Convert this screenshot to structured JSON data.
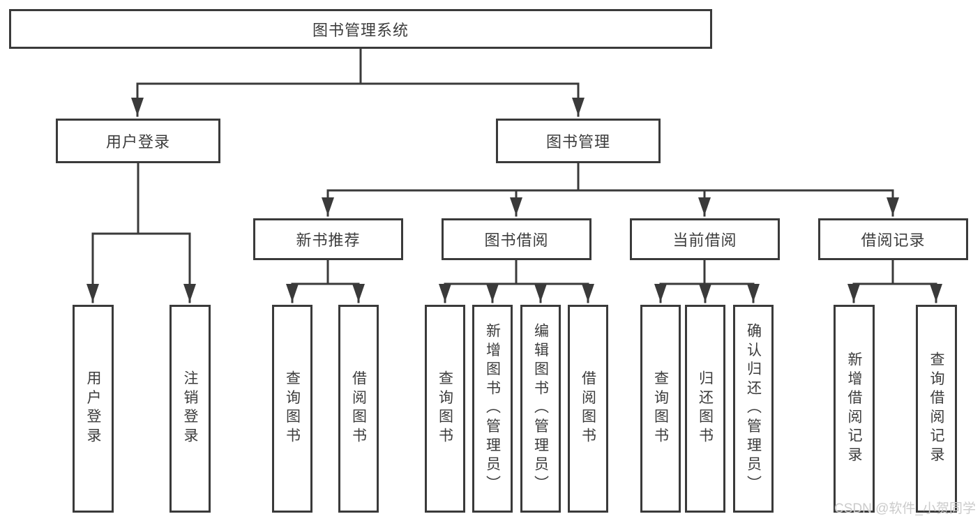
{
  "diagram": {
    "root": {
      "label": "图书管理系统"
    },
    "children": [
      {
        "label": "用户登录",
        "leaves": [
          {
            "label": "用户登录"
          },
          {
            "label": "注销登录"
          }
        ]
      },
      {
        "label": "图书管理",
        "children": [
          {
            "label": "新书推荐",
            "leaves": [
              {
                "label": "查询图书"
              },
              {
                "label": "借阅图书"
              }
            ]
          },
          {
            "label": "图书借阅",
            "leaves": [
              {
                "label": "查询图书"
              },
              {
                "label": "新增图书（管理员）"
              },
              {
                "label": "编辑图书（管理员）"
              },
              {
                "label": "借阅图书"
              }
            ]
          },
          {
            "label": "当前借阅",
            "leaves": [
              {
                "label": "查询图书"
              },
              {
                "label": "归还图书"
              },
              {
                "label": "确认归还（管理员）"
              }
            ]
          },
          {
            "label": "借阅记录",
            "leaves": [
              {
                "label": "新增借阅记录"
              },
              {
                "label": "查询借阅记录"
              }
            ]
          }
        ]
      }
    ]
  },
  "watermark": {
    "text": "CSDN @软件_小贺同学"
  },
  "colors": {
    "line": "#3a3a3a",
    "box_border": "#3a3a3a",
    "text": "#3c3c3c",
    "watermark": "#cbcbcb",
    "background": "#ffffff"
  }
}
